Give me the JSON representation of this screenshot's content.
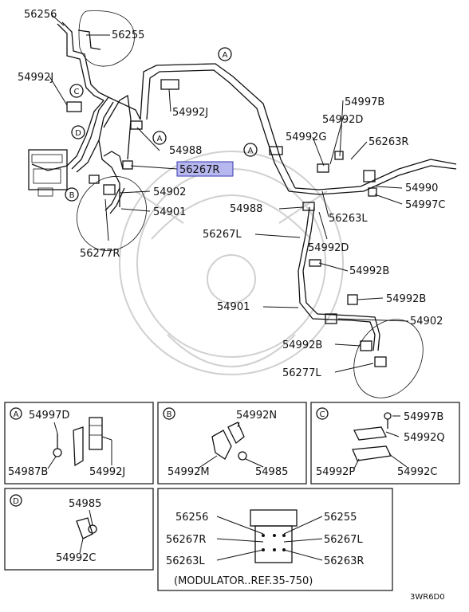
{
  "main_labels": {
    "l56256": "56256",
    "l56255": "56255",
    "l54992J_a": "54992J",
    "l54992J_b": "54992J",
    "l54988_a": "54988",
    "l56267R": "56267R",
    "l54902_a": "54902",
    "l54901_a": "54901",
    "l56277R": "56277R",
    "l54997B": "54997B",
    "l54992D_a": "54992D",
    "l54992G": "54992G",
    "l56263R": "56263R",
    "l54990": "54990",
    "l54997C": "54997C",
    "l56263L": "56263L",
    "l54988_b": "54988",
    "l56267L": "56267L",
    "l54992D_b": "54992D",
    "l54992B_a": "54992B",
    "l54901_b": "54901",
    "l54992B_b": "54992B",
    "l54902_b": "54902",
    "l54992B_c": "54992B",
    "l56277L": "56277L"
  },
  "callouts": {
    "a1": "A",
    "a2": "A",
    "a3": "A",
    "b1": "B",
    "c1": "C",
    "d1": "D"
  },
  "panel_a": {
    "tag": "A",
    "p1": "54997D",
    "p2": "54987B",
    "p3": "54992J"
  },
  "panel_b": {
    "tag": "B",
    "p1": "54992N",
    "p2": "54992M",
    "p3": "54985"
  },
  "panel_c": {
    "tag": "C",
    "p1": "54997B",
    "p2": "54992Q",
    "p3": "54992P",
    "p4": "54992C"
  },
  "panel_d": {
    "tag": "D",
    "p1": "54985",
    "p2": "54992C"
  },
  "modulator": {
    "p1": "56256",
    "p2": "56255",
    "p3": "56267R",
    "p4": "56267L",
    "p5": "56263L",
    "p6": "56263R",
    "caption": "(MODULATOR..REF.35-750)"
  },
  "figure_code": "3WR6D0",
  "colors": {
    "highlight": "#b7b7f0",
    "ink": "#111111",
    "watermark": "#d0d0d0"
  }
}
